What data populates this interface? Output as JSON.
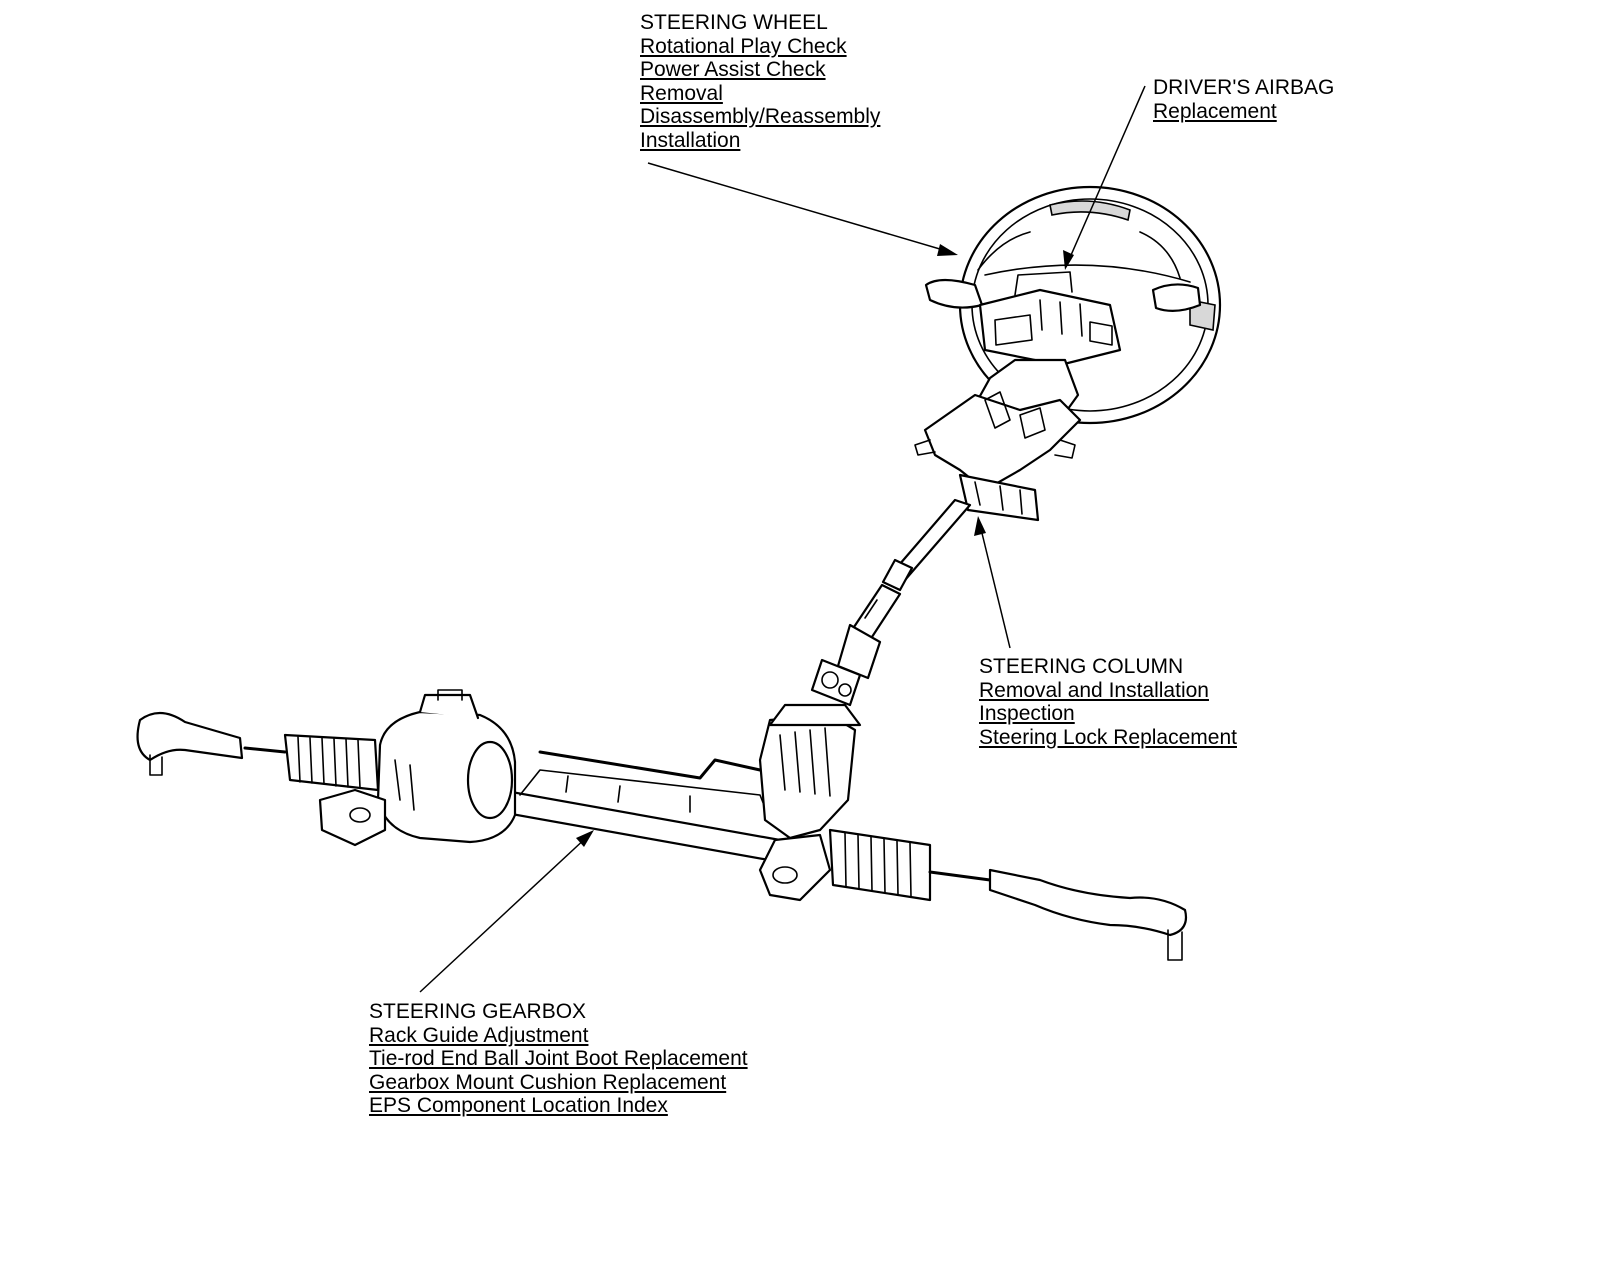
{
  "callouts": {
    "steering_wheel": {
      "title": "STEERING WHEEL",
      "links": [
        "Rotational Play Check",
        "Power Assist Check",
        "Removal",
        "Disassembly/Reassembly",
        "Installation"
      ]
    },
    "drivers_airbag": {
      "title": "DRIVER'S AIRBAG",
      "links": [
        "Replacement"
      ]
    },
    "steering_column": {
      "title": "STEERING COLUMN",
      "links": [
        "Removal and Installation",
        "Inspection",
        "Steering Lock Replacement"
      ]
    },
    "steering_gearbox": {
      "title": "STEERING GEARBOX",
      "links": [
        "Rack Guide Adjustment",
        "Tie-rod End Ball Joint Boot Replacement",
        "Gearbox Mount Cushion Replacement",
        "EPS Component Location Index"
      ]
    }
  }
}
